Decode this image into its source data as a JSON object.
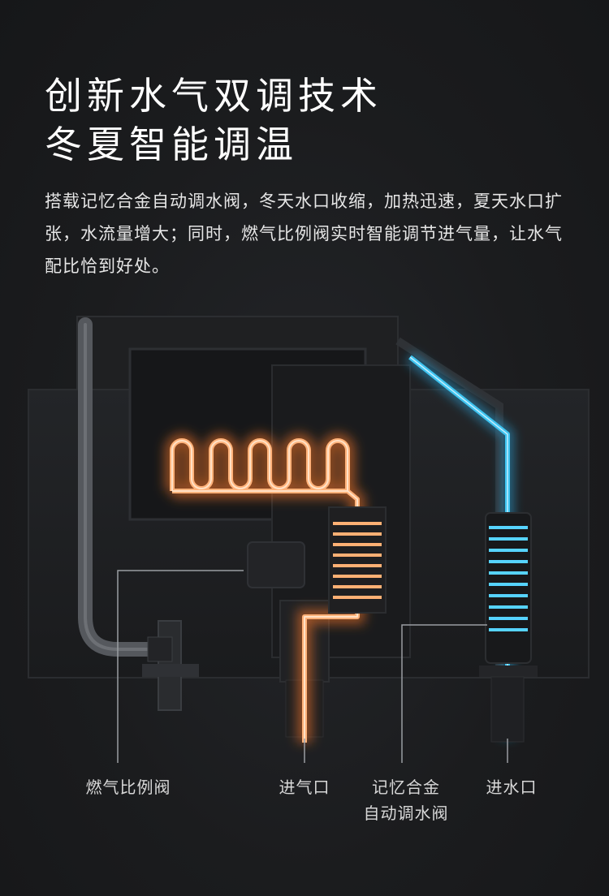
{
  "headline": {
    "line1": "创新水气双调技术",
    "line2": "冬夏智能调温"
  },
  "description": "搭载记忆合金自动调水阀，冬天水口收缩，加热迅速，夏天水口扩张，水流量增大；同时，燃气比例阀实时智能调节进气量，让水气配比恰到好处。",
  "labels": {
    "gas_valve": "燃气比例阀",
    "gas_inlet": "进气口",
    "alloy_valve_line1": "记忆合金",
    "alloy_valve_line2": "自动调水阀",
    "water_inlet": "进水口"
  },
  "colors": {
    "background": "#1c1d1f",
    "heat_glow": "#ff9a52",
    "water_glow": "#3fc4f0",
    "text": "#ffffff"
  },
  "icons": [
    "heat-exchanger-coil-icon",
    "water-valve-spring-icon"
  ]
}
